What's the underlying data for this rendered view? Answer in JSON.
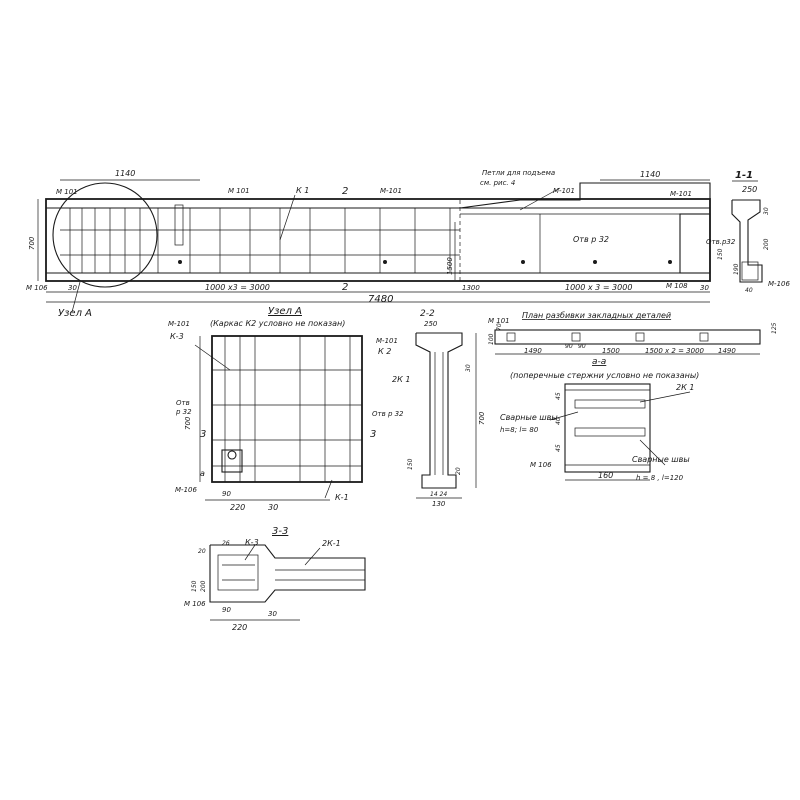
{
  "main_view": {
    "labels": {
      "dim_top_left": "1140",
      "m101_a": "М 101",
      "m101_b": "М 101",
      "k1": "К 1",
      "section_2_top": "2",
      "m101_c": "М-101",
      "loop_note_1": "Петли для подъема",
      "loop_note_2": "см. рис. 4",
      "m101_d": "М-101",
      "dim_top_right": "1140",
      "m101_e": "М-101",
      "otv_32": "Отв р 32",
      "dim_1500_vert": "1500",
      "dim_left_vert": "700",
      "m106_left": "М 106",
      "dim_30": "30",
      "spacing_left": "1000 x3 = 3000",
      "section_2_bottom": "2",
      "dim_1300": "1300",
      "spacing_right": "1000 x 3 = 3000",
      "m108": "М 108",
      "dim_30_right": "30",
      "overall_length": "7480",
      "node_a": "Узел А"
    }
  },
  "section_1_1": {
    "title": "1-1",
    "labels": {
      "width": "250",
      "otv_a": "Отв.р32",
      "m106": "М-106",
      "dim_150": "150",
      "dim_200": "200",
      "dim_30": "30",
      "dim_190": "190",
      "dim_40": "40"
    }
  },
  "node_a": {
    "title": "Узел А",
    "subtitle": "(Каркас К2 условно не показан)",
    "labels": {
      "m101": "М-101",
      "k3": "К-3",
      "otv": "Отв",
      "otv_dia": "р 32",
      "dim_700": "700",
      "section_3": "3",
      "section_3_right": "3",
      "section_a": "а",
      "m106": "М-106",
      "dim_90": "90",
      "dim_220": "220",
      "dim_30": "30",
      "k1": "К-1"
    }
  },
  "section_2_2": {
    "title": "2-2",
    "labels": {
      "width": "250",
      "m101": "М-101",
      "k2": "К 2",
      "k1": "2К 1",
      "otv": "Отв р 32",
      "dim_700": "700",
      "dim_30": "30",
      "dim_150": "150",
      "dim_20": "20",
      "dim_130": "130",
      "dim_bottom": "14 24"
    }
  },
  "embedded_plan": {
    "title": "План разбивки закладных деталей",
    "labels": {
      "m101": "М 101",
      "dim_1490_left": "1490",
      "dim_90a": "90",
      "dim_90b": "90",
      "dim_1500": "1500",
      "spacing": "1500 x 2 = 3000",
      "dim_1490_right": "1490",
      "dim_100": "100",
      "dim_70": "70",
      "dim_125": "125"
    }
  },
  "section_a_a": {
    "title": "а-а",
    "subtitle": "(поперечные стержни условно не показаны)",
    "labels": {
      "k1": "2К 1",
      "weld_left": "Сварные швы",
      "weld_left_dims": "h=8; l= 80",
      "m106": "М 106",
      "width": "160",
      "weld_right": "Сварные швы",
      "weld_right_dims": "h = 8 , l=120",
      "dim_45a": "45",
      "dim_45b": "45",
      "dim_40": "40"
    }
  },
  "section_3_3": {
    "title": "3-3",
    "labels": {
      "k3": "К-3",
      "k1": "2К-1",
      "dim_20": "20",
      "dim_26": "26",
      "dim_150": "150",
      "dim_200": "200",
      "m106": "М 106",
      "dim_90": "90",
      "dim_220": "220",
      "dim_30": "30"
    }
  }
}
